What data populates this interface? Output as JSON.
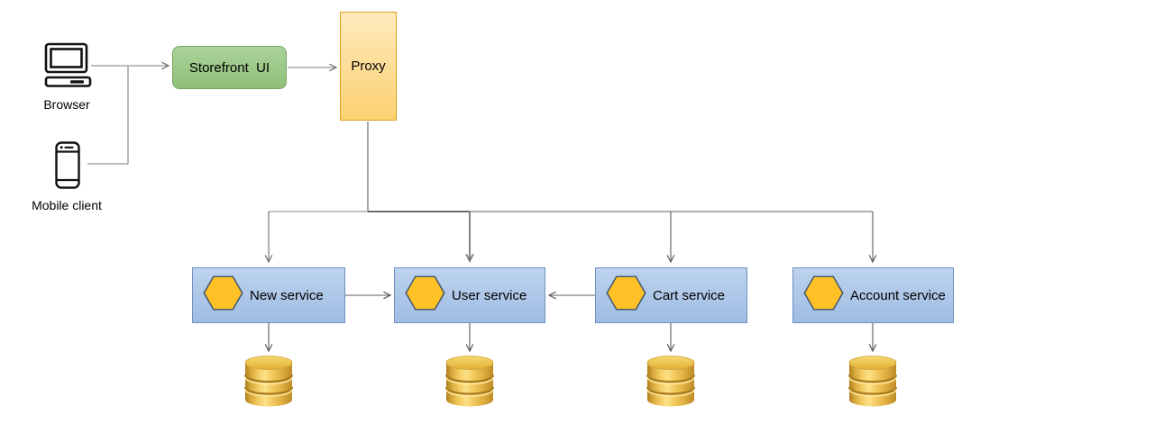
{
  "diagram": {
    "background": "#ffffff",
    "clients": [
      {
        "label": "Browser",
        "icon": "desktop-computer-icon"
      },
      {
        "label": "Mobile client",
        "icon": "smartphone-icon"
      }
    ],
    "nodes": [
      {
        "label": "Storefront  UI",
        "shape": "rounded-rectangle",
        "fill": "#9fca8d",
        "border": "#79a463"
      },
      {
        "label": "Proxy",
        "shape": "rectangle",
        "fill": "#fcd97f",
        "border": "#dca120"
      }
    ],
    "services": [
      {
        "label": "New service",
        "icon": "hexagon-icon"
      },
      {
        "label": "User service",
        "icon": "hexagon-icon"
      },
      {
        "label": "Cart service",
        "icon": "hexagon-icon"
      },
      {
        "label": "Account service",
        "icon": "hexagon-icon"
      }
    ],
    "databases": [
      {
        "icon": "database-cylinder-icon",
        "attached_to": "New service"
      },
      {
        "icon": "database-cylinder-icon",
        "attached_to": "User service"
      },
      {
        "icon": "database-cylinder-icon",
        "attached_to": "Cart service"
      },
      {
        "icon": "database-cylinder-icon",
        "attached_to": "Account service"
      }
    ],
    "edges": [
      {
        "from": "Browser",
        "to": "Storefront UI",
        "arrow": true
      },
      {
        "from": "Mobile client",
        "to": "Storefront UI",
        "arrow": true
      },
      {
        "from": "Storefront UI",
        "to": "Proxy",
        "arrow": true
      },
      {
        "from": "Proxy",
        "to": "New service",
        "arrow": true
      },
      {
        "from": "Proxy",
        "to": "User service",
        "arrow": true
      },
      {
        "from": "Proxy",
        "to": "Cart service",
        "arrow": true
      },
      {
        "from": "Proxy",
        "to": "Account service",
        "arrow": true
      },
      {
        "from": "New service",
        "to": "User service",
        "arrow": true
      },
      {
        "from": "Cart service",
        "to": "User service",
        "arrow": true
      },
      {
        "from": "New service",
        "to": "database",
        "arrow": true
      },
      {
        "from": "User service",
        "to": "database",
        "arrow": true
      },
      {
        "from": "Cart service",
        "to": "database",
        "arrow": true
      },
      {
        "from": "Account service",
        "to": "database",
        "arrow": true
      }
    ],
    "colors": {
      "service_fill": "#aec8e8",
      "service_border": "#7090bd",
      "hexagon_fill": "#ffc125",
      "hexagon_border": "#3e536b",
      "database_gold": "#e8b83c",
      "connector_gray": "#5a5d61",
      "connector_light": "#8a8a8a"
    }
  }
}
